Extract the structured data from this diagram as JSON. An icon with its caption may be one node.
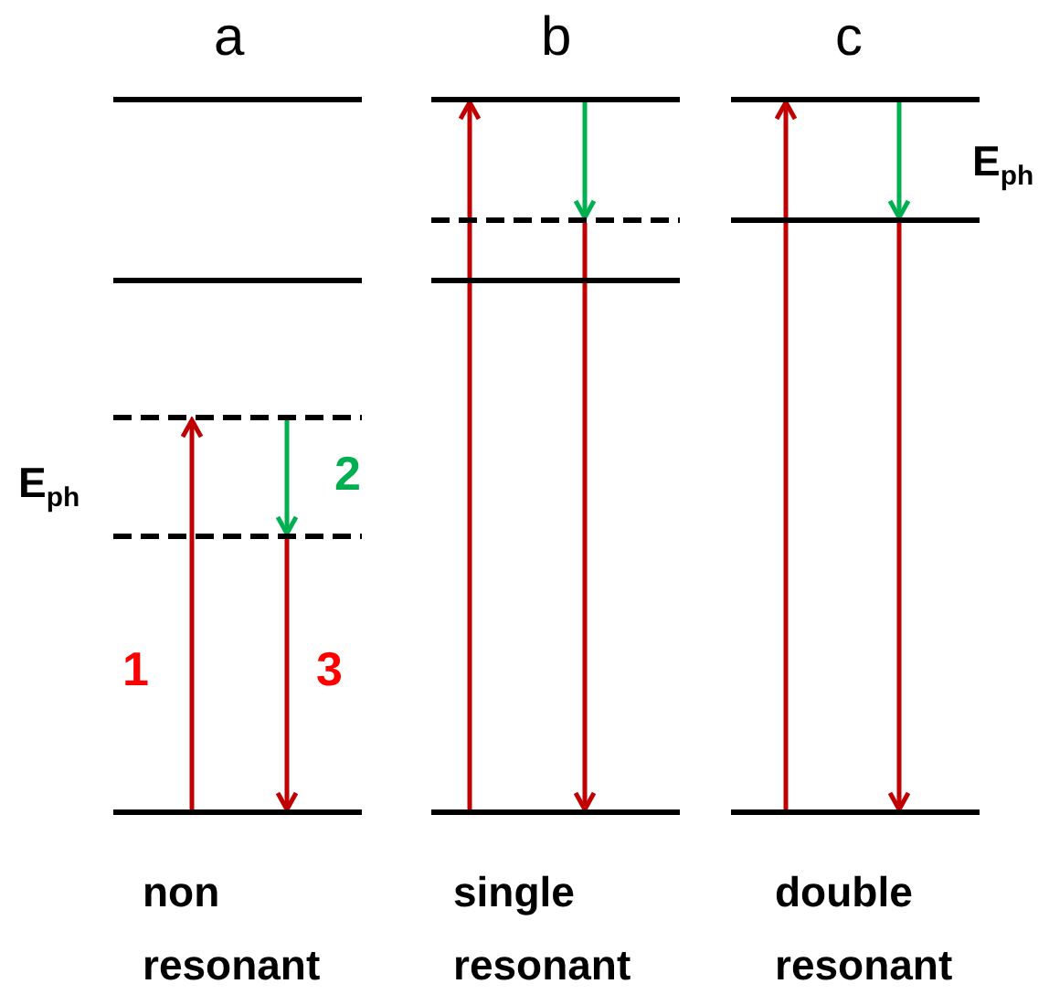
{
  "diagram": {
    "nodes": [
      {
        "text": [],
        "shape": "bar"
      },
      {
        "text": [],
        "shape": "bar"
      },
      {
        "text": [],
        "shape": "bar"
      },
      {
        "text": [],
        "shape": "bar"
      },
      {
        "text": [],
        "shape": "bar"
      },
      {
        "text": [],
        "shape": "bar"
      },
      {
        "text": [],
        "shape": "bar"
      },
      {
        "text": [],
        "shape": "bar"
      },
      {
        "text": [],
        "shape": "bar"
      },
      {
        "text": [],
        "shape": "bar"
      },
      {
        "text": [],
        "shape": "bar"
      },
      {
        "text": [],
        "shape": "bar"
      }
    ],
    "edges": [
      {
        "from": 4,
        "to": 2,
        "arrow": "to"
      },
      {
        "from": 2,
        "to": 3,
        "arrow": "to",
        "color": "#00b050"
      },
      {
        "from": 3,
        "to": 4,
        "arrow": "to"
      },
      {
        "from": 8,
        "to": 5,
        "arrow": "to"
      },
      {
        "from": 5,
        "to": 6,
        "arrow": "to",
        "color": "#00b050"
      },
      {
        "from": 6,
        "to": 8,
        "arrow": "to"
      },
      {
        "from": 11,
        "to": 9,
        "arrow": "to"
      },
      {
        "from": 9,
        "to": 10,
        "arrow": "to",
        "color": "#00b050"
      },
      {
        "from": 10,
        "to": 11,
        "arrow": "to"
      }
    ],
    "labels": [
      "a",
      "b",
      "c",
      "E$_{ph}$",
      "E$_{ph}$",
      "2",
      "1",
      "3",
      "non resonant",
      "single resonant",
      "double resonant"
    ]
  }
}
